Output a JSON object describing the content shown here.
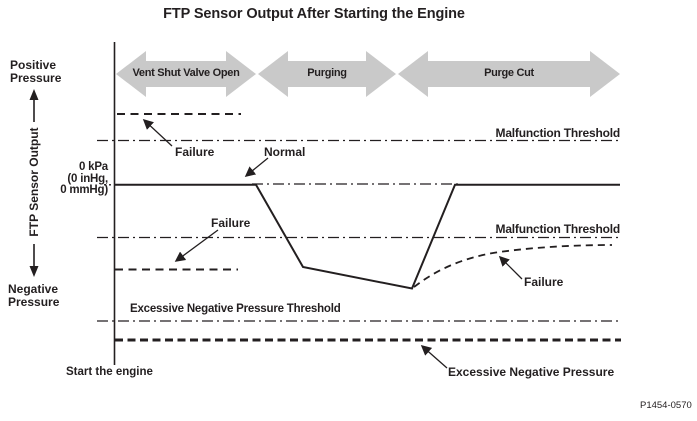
{
  "title": "FTP Sensor Output After Starting the Engine",
  "figure_id": "P1454-0570",
  "colors": {
    "line": "#231f20",
    "phase_arrow_fill": "#c9c9c9",
    "background": "#ffffff"
  },
  "axis": {
    "positive_pressure_label": "Positive\nPressure",
    "negative_pressure_label": "Negative\nPressure",
    "y_axis_label": "FTP Sensor Output",
    "zero_label": "0 kPa\n(0 inHg,\n0 mmHg)",
    "origin_label": "Start the engine"
  },
  "phases": [
    {
      "label": "Vent Shut Valve Open"
    },
    {
      "label": "Purging"
    },
    {
      "label": "Purge Cut"
    }
  ],
  "annotations": {
    "failure_top": "Failure",
    "normal": "Normal",
    "malfunction_threshold_upper": "Malfunction Threshold",
    "failure_mid": "Failure",
    "malfunction_threshold_lower": "Malfunction Threshold",
    "failure_right": "Failure",
    "excessive_threshold": "Excessive Negative Pressure Threshold",
    "excessive_negative_pressure": "Excessive Negative Pressure"
  },
  "series_description": {
    "normal_output": "flat at 0 kPa during Vent Shut Valve Open, dips to negative pressure during Purging, returns to 0 kPa during Purge Cut",
    "failure_positive": "dashed flat line above 0 kPa during Vent Shut Valve Open",
    "failure_negative": "dashed flat line below 0 kPa during Vent Shut Valve Open",
    "failure_recovery": "dashed curve staying below lower Malfunction Threshold during Purge Cut"
  }
}
